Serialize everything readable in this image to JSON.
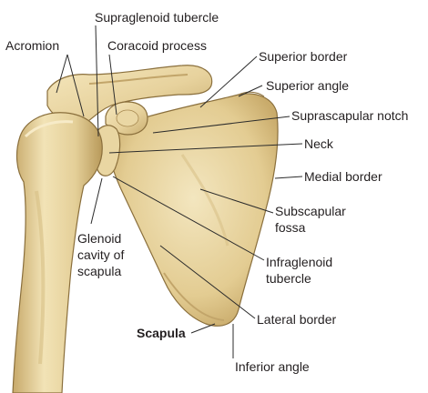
{
  "labels": {
    "supraglenoid_tubercle": "Supraglenoid tubercle",
    "acromion": "Acromion",
    "coracoid_process": "Coracoid process",
    "superior_border": "Superior border",
    "superior_angle": "Superior angle",
    "suprascapular_notch": "Suprascapular notch",
    "neck": "Neck",
    "medial_border": "Medial border",
    "subscapular_fossa_line1": "Subscapular",
    "subscapular_fossa_line2": "fossa",
    "glenoid_line1": "Glenoid",
    "glenoid_line2": "cavity of",
    "glenoid_line3": "scapula",
    "infraglenoid_line1": "Infraglenoid",
    "infraglenoid_line2": "tubercle",
    "scapula": "Scapula",
    "lateral_border": "Lateral border",
    "inferior_angle": "Inferior angle"
  },
  "colors": {
    "bone_light": "#f2e2b4",
    "bone_mid": "#dcc48a",
    "bone_shadow": "#b89a5c",
    "outline": "#8a6f3c",
    "leader_line": "#2b2b2b",
    "text": "#231f20"
  }
}
